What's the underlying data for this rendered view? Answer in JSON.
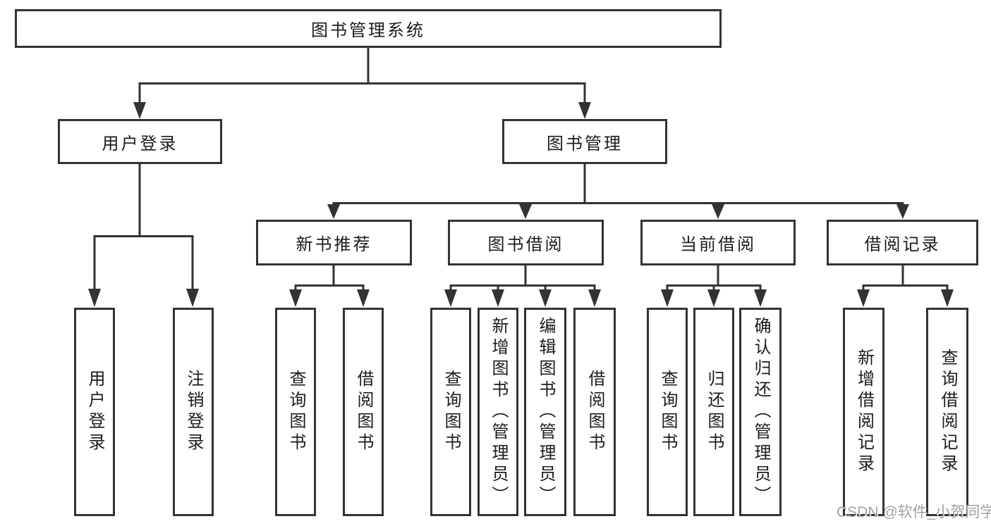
{
  "diagram_type": "hierarchy-tree",
  "tree": {
    "root": {
      "label": "图书管理系统",
      "children": [
        {
          "label": "用户登录",
          "children": [
            {
              "label": "用户登录"
            },
            {
              "label": "注销登录"
            }
          ]
        },
        {
          "label": "图书管理",
          "children": [
            {
              "label": "新书推荐",
              "children": [
                {
                  "label": "查询图书"
                },
                {
                  "label": "借阅图书"
                }
              ]
            },
            {
              "label": "图书借阅",
              "children": [
                {
                  "label": "查询图书"
                },
                {
                  "label": "新增图书（管理员）"
                },
                {
                  "label": "编辑图书（管理员）"
                },
                {
                  "label": "借阅图书"
                }
              ]
            },
            {
              "label": "当前借阅",
              "children": [
                {
                  "label": "查询图书"
                },
                {
                  "label": "归还图书"
                },
                {
                  "label": "确认归还（管理员）"
                }
              ]
            },
            {
              "label": "借阅记录",
              "children": [
                {
                  "label": "新增借阅记录"
                },
                {
                  "label": "查询借阅记录"
                }
              ]
            }
          ]
        }
      ]
    }
  },
  "watermark": "CSDN @软件_小贺同学",
  "colors": {
    "line": "#333333",
    "text": "#1c1c1c",
    "background": "#ffffff",
    "watermark": "#919191"
  }
}
